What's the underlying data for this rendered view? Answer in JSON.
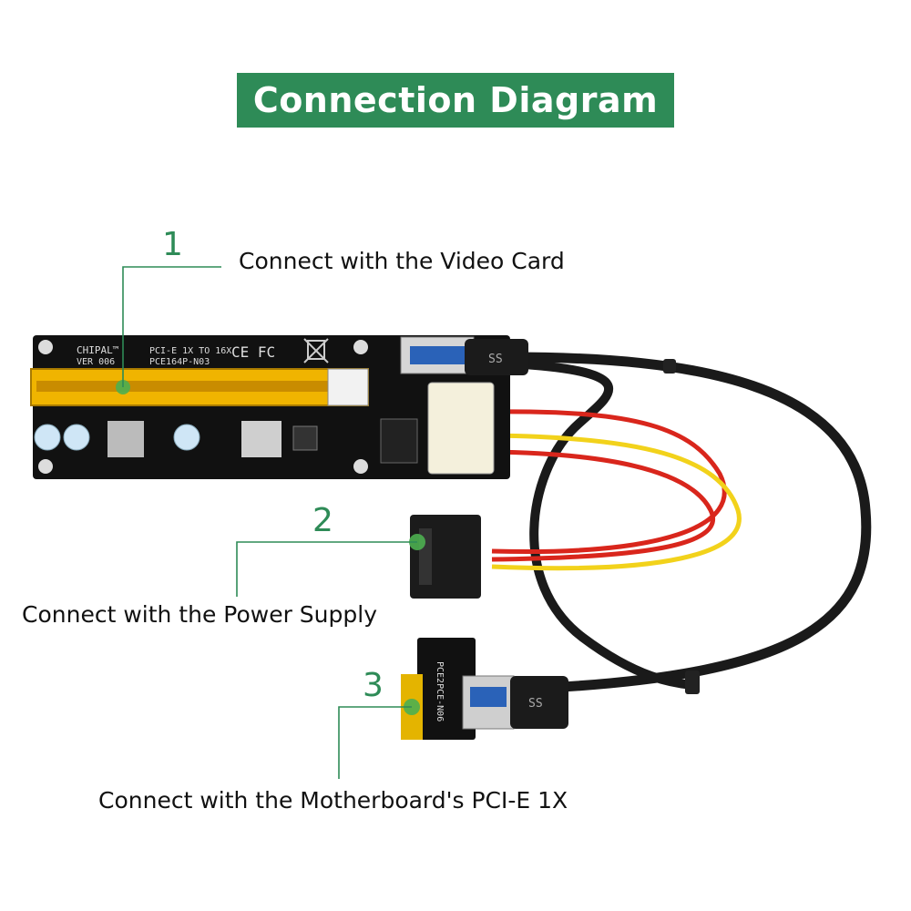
{
  "title": "Connection Diagram",
  "colors": {
    "accent": "#2e8b57",
    "pcb": "#111111",
    "slot_gold": "#f0b400",
    "wire_red": "#d9261c",
    "wire_yellow": "#f2d21b",
    "cable_black": "#1a1a1a",
    "connector_white": "#f4f0dc"
  },
  "callouts": [
    {
      "number": "1",
      "label": "Connect with the Video Card"
    },
    {
      "number": "2",
      "label": "Connect with the Power Supply"
    },
    {
      "number": "3",
      "label": "Connect with the Motherboard's PCI-E 1X"
    }
  ],
  "riser_board": {
    "brand": "CHIPAL™",
    "version": "VER 006",
    "spec": "PCI-E 1X TO 16X",
    "model": "PCE164P-N03",
    "marks": "CE FC"
  },
  "adapter_board": {
    "model": "PCE2PCE-N06"
  },
  "usb_logo": "SS",
  "icons": [
    "usb-ss-icon",
    "ce-mark-icon",
    "fc-mark-icon",
    "weee-bin-icon"
  ]
}
